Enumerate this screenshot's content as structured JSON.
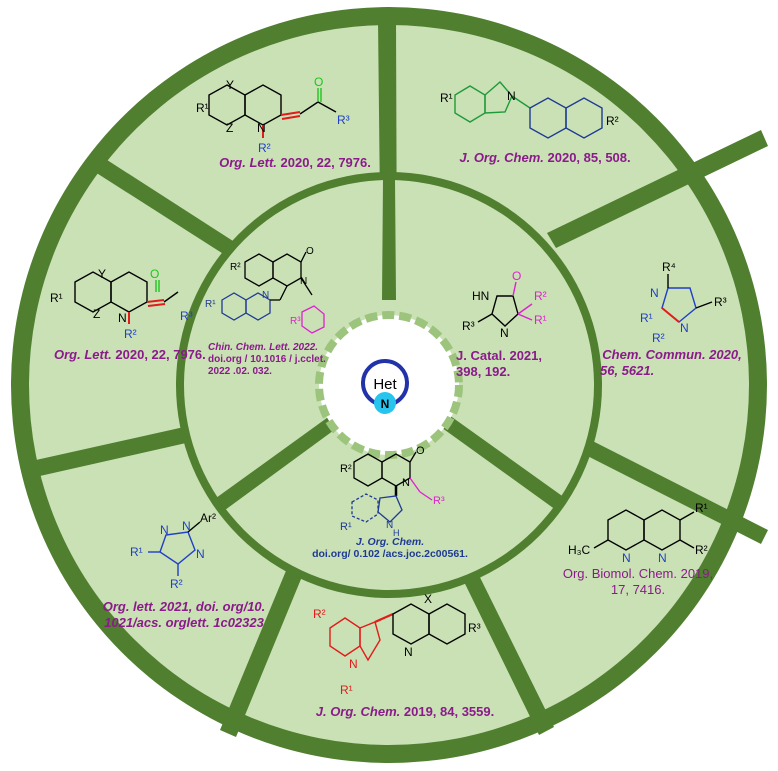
{
  "colors": {
    "ring_dark": "#4f7f2f",
    "sector_light": "#c9e1b5",
    "ref_purple": "#8b1a8b",
    "ref_blue": "#1f3a93",
    "bond_red": "#e21b1b",
    "carbonyl_green": "#1ec41e",
    "r_blue": "#2040c8",
    "r_magenta": "#e020d0"
  },
  "center": {
    "label_top": "Het",
    "label_bottom": "N"
  },
  "outer": {
    "s1": {
      "ref_journal": "Org. Lett.",
      "ref_rest": " 2020, 22, 7976.",
      "atoms": {
        "r1": "R¹",
        "y": "Y",
        "z": "Z",
        "n": "N",
        "r2": "R²",
        "o": "O",
        "r3": "R³"
      }
    },
    "s2": {
      "ref_journal": "J. Org. Chem.",
      "ref_rest": " 2020, 85, 508.",
      "atoms": {
        "r1": "R¹",
        "n": "N",
        "r2": "R²"
      }
    },
    "s3": {
      "ref_line1": "Chem. Commun. 2020,",
      "ref_line2": "56, 5621.",
      "atoms": {
        "r4": "R⁴",
        "n1": "N",
        "r3": "R³",
        "r1": "R¹",
        "n2": "N",
        "r2": "R²"
      }
    },
    "s4": {
      "ref_line1": "Org. Biomol. Chem. 2019,",
      "ref_line2": "17, 7416.",
      "atoms": {
        "r1": "R¹",
        "h3c": "H₃C",
        "n1": "N",
        "n2": "N",
        "r2": "R²"
      }
    },
    "s5": {
      "ref_journal": "J. Org. Chem.",
      "ref_rest": " 2019, 84, 3559.",
      "atoms": {
        "r2": "R²",
        "x": "X",
        "r3": "R³",
        "n1": "N",
        "n2": "N",
        "r1": "R¹"
      }
    },
    "s6": {
      "ref_line1": "Org. lett. 2021, doi. org/10.",
      "ref_line2": "1021/acs. orglett. 1c02323",
      "atoms": {
        "n1": "N",
        "n2": "N",
        "ar2": "Ar²",
        "r1": "R¹",
        "n3": "N",
        "r2": "R²"
      }
    },
    "s7": {
      "ref_journal": "Org. Lett.",
      "ref_rest": " 2020, 22, 7976.",
      "atoms": {
        "y": "Y",
        "r1": "R¹",
        "z": "Z",
        "n": "N",
        "r2": "R²",
        "o": "O",
        "r3": "R³"
      }
    }
  },
  "inner": {
    "i1": {
      "ref_line1": "Chin. Chem. Lett. 2022.",
      "ref_line2": "doi.org / 10.1016 / j.cclet.",
      "ref_line3": "2022 .02. 032.",
      "atoms": {
        "r2": "R²",
        "o": "O",
        "n1": "N",
        "r1": "R¹",
        "n2": "N",
        "r3": "R³"
      }
    },
    "i2": {
      "ref_line1": "J. Catal. 2021,",
      "ref_line2": "398, 192.",
      "atoms": {
        "o": "O",
        "hn": "HN",
        "r2": "R²",
        "r1": "R¹",
        "r3": "R³",
        "n": "N"
      }
    },
    "i3": {
      "ref_line1": "J. Org. Chem.",
      "ref_line2": "doi.org/ 0.102 /acs.joc.2c00561.",
      "atoms": {
        "r2": "R²",
        "o": "O",
        "n": "N",
        "r3": "R³",
        "nh": "N",
        "h": "H",
        "r1": "R¹"
      }
    }
  }
}
